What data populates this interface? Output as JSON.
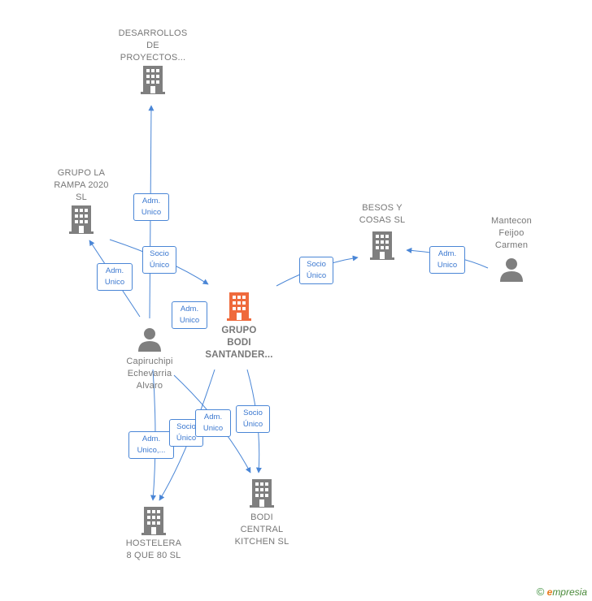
{
  "colors": {
    "edge": "#4a86d6",
    "company": "#7f7f7f",
    "company_main": "#ef6a3c",
    "person": "#7f7f7f",
    "text": "#777777",
    "rel_text": "#3b78d0"
  },
  "nodes": {
    "desarrollos": {
      "label": "DESARROLLOS\nDE\nPROYECTOS...",
      "kind": "company",
      "icon": "building-icon"
    },
    "grupo_la_rampa": {
      "label": "GRUPO LA\nRAMPA 2020\nSL",
      "kind": "company",
      "icon": "building-icon"
    },
    "besos_y_cosas": {
      "label": "BESOS Y\nCOSAS  SL",
      "kind": "company",
      "icon": "building-icon"
    },
    "mantecon": {
      "label": "Mantecon\nFeijoo\nCarmen",
      "kind": "person",
      "icon": "person-icon"
    },
    "grupo_bodi": {
      "label": "GRUPO\nBODI\nSANTANDER...",
      "kind": "company_main",
      "icon": "building-icon"
    },
    "capiruchipi": {
      "label": "Capiruchipi\nEchevarria\nAlvaro",
      "kind": "person",
      "icon": "person-icon"
    },
    "bodi_central": {
      "label": "BODI\nCENTRAL\nKITCHEN  SL",
      "kind": "company",
      "icon": "building-icon"
    },
    "hostelera": {
      "label": "HOSTELERA\n8 QUE 80  SL",
      "kind": "company",
      "icon": "building-icon"
    }
  },
  "relations": {
    "capi_desarrollos": "Adm.\nUnico",
    "capi_rampa": "Adm.\nUnico",
    "rampa_bodi": "Socio\nÚnico",
    "capi_bodi": "Adm.\nUnico",
    "bodi_besos": "Socio\nÚnico",
    "mantecon_besos": "Adm.\nUnico",
    "capi_hostelera": "Adm.\nUnico,...",
    "bodi_hostelera": "Socio\nÚnico",
    "capi_central": "Adm.\nUnico",
    "bodi_central": "Socio\nÚnico"
  },
  "brand": {
    "copyright": "©",
    "first_letter": "e",
    "rest": "mpresia"
  }
}
